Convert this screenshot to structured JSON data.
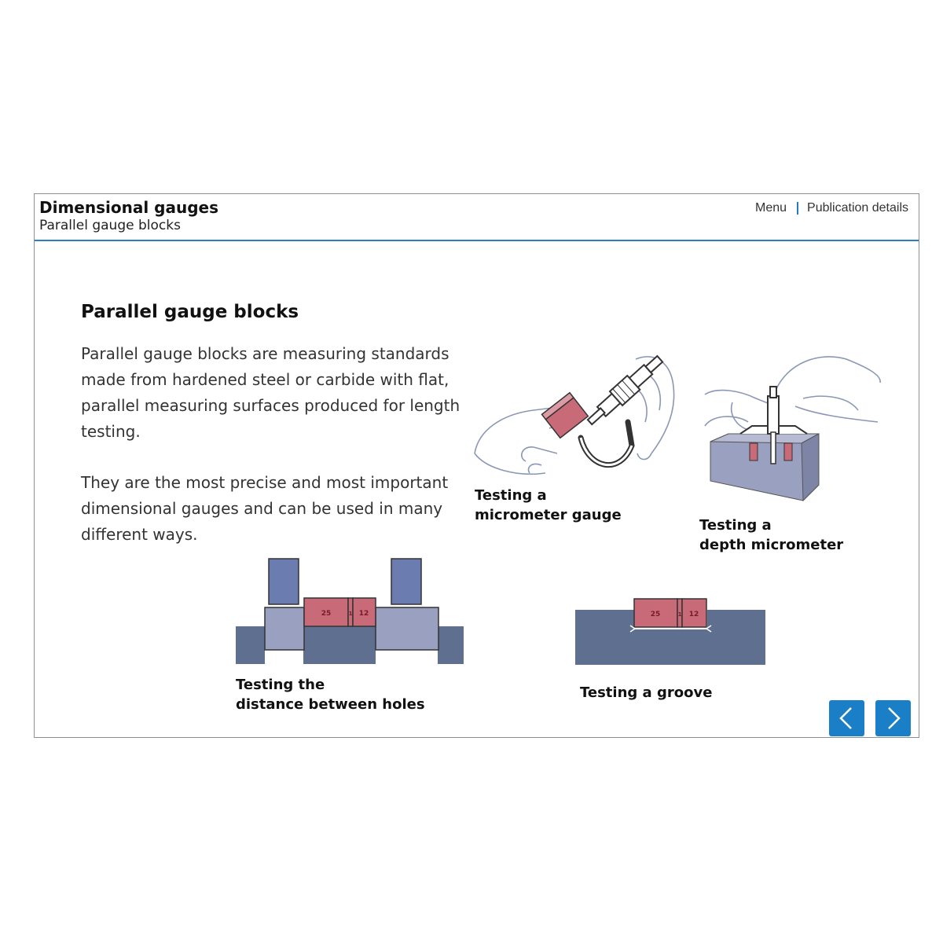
{
  "header": {
    "course_title": "Dimensional gauges",
    "course_subtitle": "Parallel gauge blocks",
    "menu_label": "Menu",
    "publication_label": "Publication details"
  },
  "content": {
    "title": "Parallel gauge blocks",
    "paragraphs": [
      "Parallel gauge blocks are measuring standards made from hardened steel or carbide with flat, parallel measuring surfaces produced for length testing.",
      "They are the most precise and most important dimensional gauges and can be used in many different ways."
    ]
  },
  "illustrations": {
    "micrometer": {
      "caption": [
        "Testing a",
        "micrometer gauge"
      ]
    },
    "depth": {
      "caption": [
        "Testing a",
        "depth micrometer"
      ]
    },
    "holes": {
      "caption": [
        "Testing the",
        "distance between holes"
      ],
      "block_labels": [
        "25",
        "1",
        "12"
      ]
    },
    "groove": {
      "caption": [
        "Testing a groove"
      ],
      "block_labels": [
        "25",
        "1",
        "12"
      ]
    }
  },
  "navigation": {
    "prev_icon": "chevron-left-icon",
    "next_icon": "chevron-right-icon"
  },
  "colors": {
    "accent": "#1a7fc7",
    "block": "#c96a78",
    "steel": "#5f6f8f"
  }
}
